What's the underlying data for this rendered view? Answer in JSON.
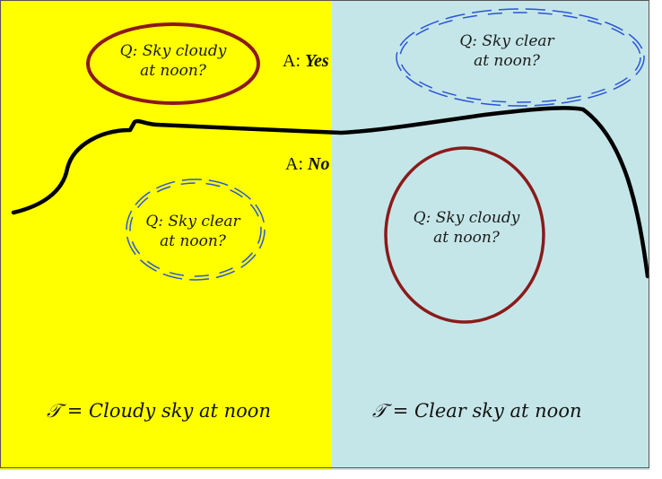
{
  "colors": {
    "left_panel": "#ffff00",
    "right_panel": "#c5e6e8",
    "cloudy_ellipse": "#8b1a1a",
    "clear_ellipse": "#2a55d8",
    "curve": "#000000"
  },
  "top_left_question": {
    "line1": "Q: Sky cloudy",
    "line2": "at noon?"
  },
  "top_right_question": {
    "line1": "Q: Sky clear",
    "line2": "at noon?"
  },
  "bottom_left_question": {
    "line1": "Q: Sky clear",
    "line2": "at noon?"
  },
  "bottom_right_question": {
    "line1": "Q: Sky cloudy",
    "line2": "at noon?"
  },
  "answer_yes": {
    "prefix": "A: ",
    "value": "Yes"
  },
  "answer_no": {
    "prefix": "A: ",
    "value": "No"
  },
  "left_caption": "𝒯 = Cloudy sky at noon",
  "right_caption": "𝒯 = Clear sky at noon"
}
